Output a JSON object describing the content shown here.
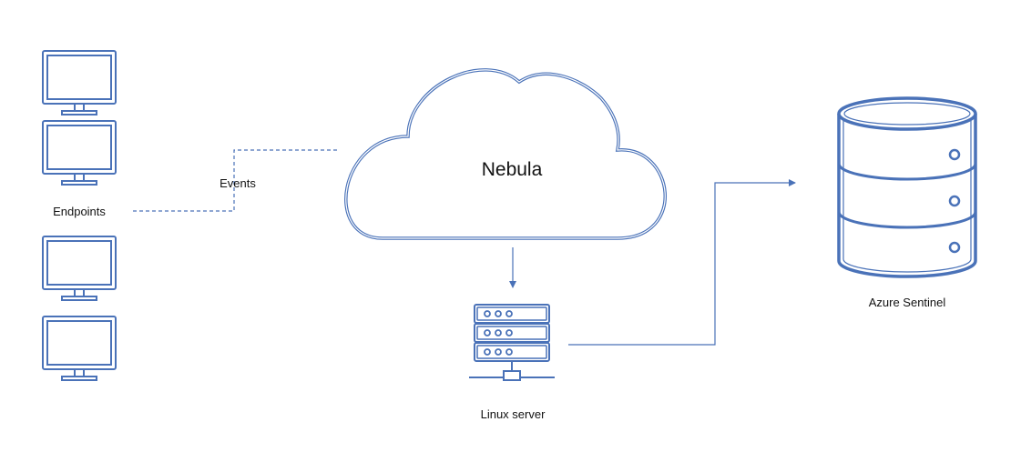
{
  "title": "Nebula",
  "labels": {
    "endpoints": "Endpoints",
    "events": "Events",
    "linux_server": "Linux server",
    "azure_sentinel": "Azure Sentinel"
  },
  "colors": {
    "stroke": "#4a72b8",
    "text": "#111111",
    "background": "#ffffff"
  },
  "icons": [
    "monitor-icon",
    "cloud-icon",
    "server-icon",
    "database-icon"
  ]
}
